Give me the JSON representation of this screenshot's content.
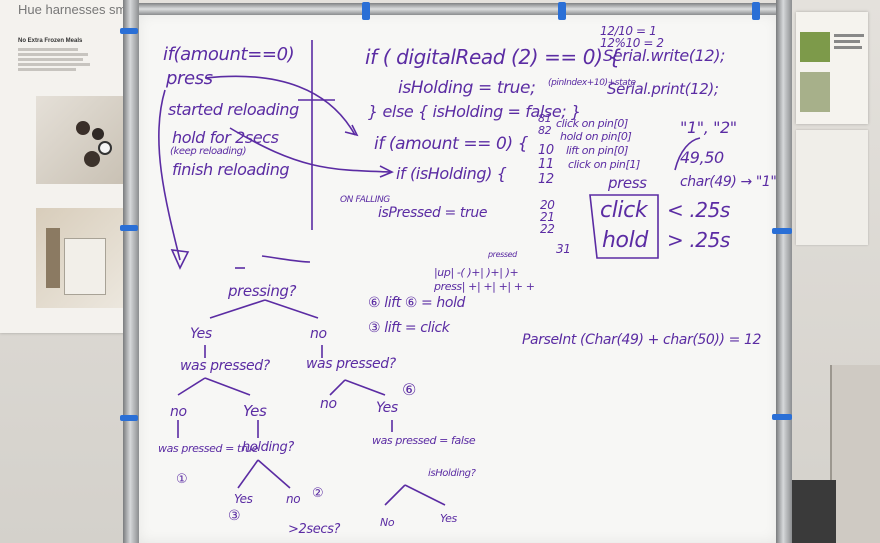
{
  "poster_left": {
    "title": "Hue harnesses smartly toast",
    "subtitle": "No Extra Frozen Meals"
  },
  "whiteboard": {
    "ink_color": "#5b2ca3",
    "frame_color": "#b8babc",
    "clip_color": "#2a6fd6",
    "left_notes": {
      "if_amount": "if(amount==0)",
      "press": "press",
      "started": "started reloading",
      "hold": "hold for 2secs",
      "keep": "(keep reloading)",
      "finish": "finish reloading"
    },
    "code": {
      "line1": "if ( digitalRead (2) == 0) {",
      "line1b": "Serial.write(12);",
      "line2": "isHolding = true;",
      "line2b": "(pinIndex+10)+state",
      "line2c": "Serial.print(12);",
      "line3": "} else {  isHolding = false; }",
      "line4": "if (amount == 0) {",
      "line5": "if (isHolding) {",
      "on_falling": "ON FALLING",
      "pressed": "isPressed = true"
    },
    "mods": {
      "m1": "12/10 = 1",
      "m2": "12%10 = 2",
      "v1": "\"1\", \"2\"",
      "v2": "49,50",
      "v3": "char(49) → \"1\""
    },
    "codes_list": {
      "c81": "81",
      "c82": "82",
      "click_on": "click on pin[0]",
      "hold_on": "hold on pin[0]",
      "lift_on": "lift on pin[0]",
      "click_on2": "click on pin[1]",
      "n10": "10",
      "n11": "11",
      "n12": "12",
      "n20": "20",
      "n21": "21",
      "n22": "22",
      "n31": "31"
    },
    "table": {
      "press": "press",
      "click": "click",
      "click_time": "< .25s",
      "hold": "hold",
      "hold_time": "> .25s"
    },
    "timing": {
      "row1": "|up| -(  )+|  )+|  )+",
      "row2": "press| +|  +|  +|  +  +",
      "pressed_label": "pressed"
    },
    "results": {
      "r1": "⑥ lift ⑥ = hold",
      "r2": "③ lift   = click"
    },
    "parse": "ParseInt (Char(49) + char(50)) = 12",
    "tree": {
      "root": "pressing?",
      "yes1": "Yes",
      "no1": "no",
      "was_pressed1": "was pressed?",
      "was_pressed2": "was pressed?",
      "no2": "no",
      "yes2": "Yes",
      "no3": "no",
      "yes3": "Yes",
      "was_pressed_true": "was pressed = true",
      "num1": "①",
      "holding": "holding?",
      "was_pressed_false": "was pressed = false",
      "num6": "⑥",
      "yes4": "Yes",
      "no4": "no",
      "num2": "②",
      "num3": "③",
      "gt_2secs": ">2secs?",
      "is_holding": "isHolding?",
      "no5": "No",
      "yes5": "Yes"
    }
  }
}
